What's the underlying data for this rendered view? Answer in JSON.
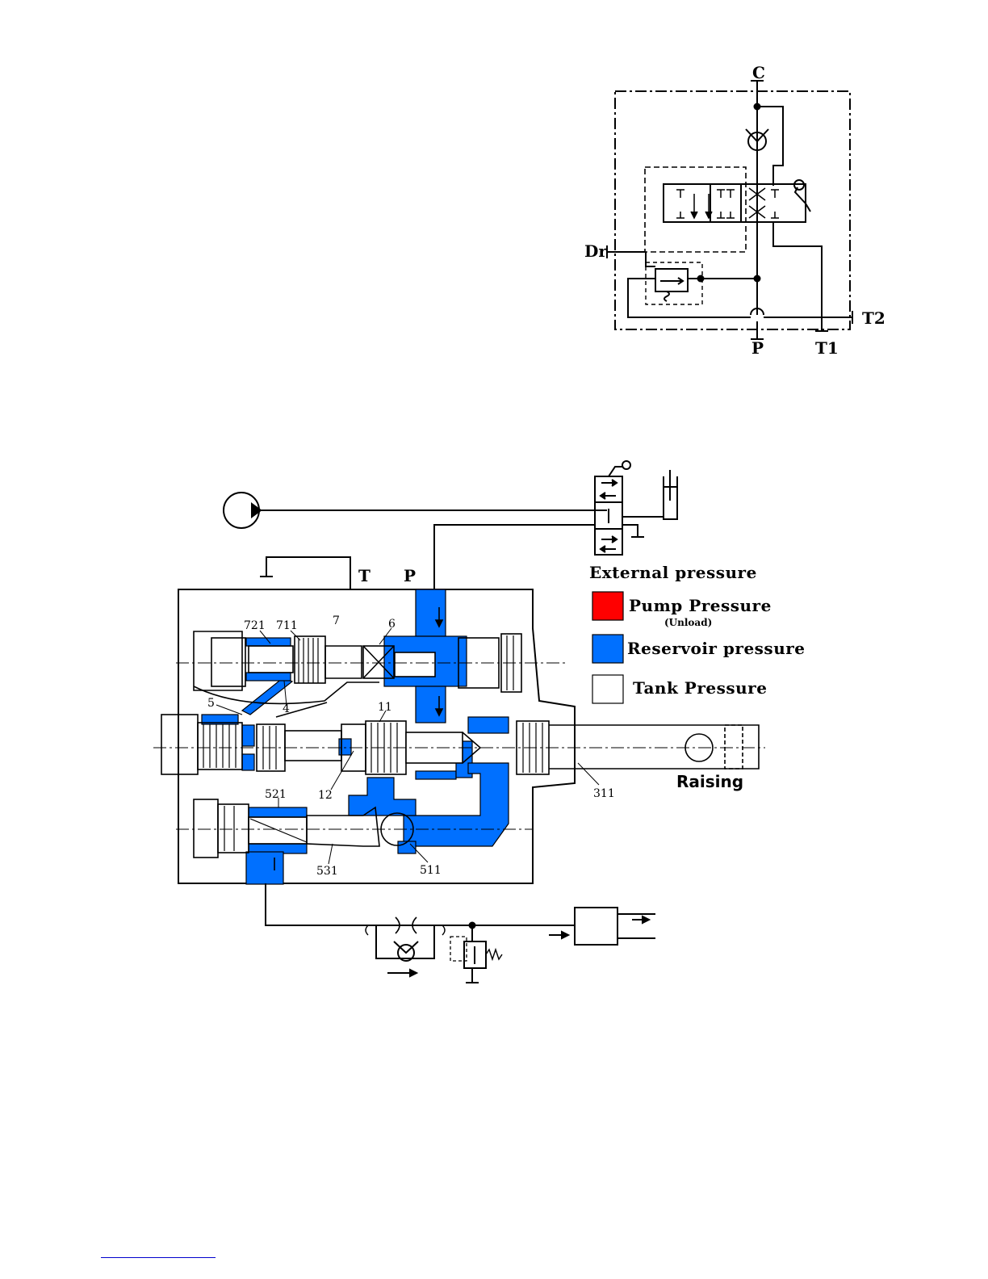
{
  "schematic": {
    "ports": {
      "c": "C",
      "p": "P",
      "t1": "T1",
      "t2": "T2",
      "dr": "Dr"
    }
  },
  "section": {
    "ports": {
      "t": "T",
      "p": "P"
    },
    "callouts": [
      "721",
      "711",
      "7",
      "6",
      "5",
      "4",
      "11",
      "12",
      "521",
      "531",
      "511",
      "311"
    ],
    "state_label": "Raising"
  },
  "legend": {
    "title": "External pressure",
    "items": [
      {
        "label": "Pump Pressure",
        "sublabel": "(Unload)",
        "color": "#ff0000"
      },
      {
        "label": "Reservoir pressure",
        "sublabel": "",
        "color": "#0070ff"
      },
      {
        "label": "Tank Pressure",
        "sublabel": "",
        "color": "#ffffff"
      }
    ]
  },
  "colors": {
    "reservoir": "#0070ff",
    "pump": "#ff0000",
    "line": "#000000",
    "footer_rule": "#0000cc"
  }
}
